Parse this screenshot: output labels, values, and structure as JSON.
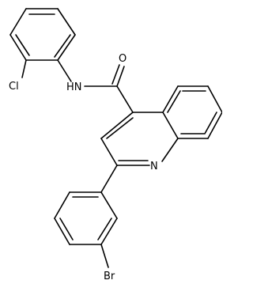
{
  "molecule": {
    "atom_labels": {
      "chlorine": "Cl",
      "amide_nh": "HN",
      "carbonyl_oxygen": "O",
      "ring_nitrogen": "N",
      "bromine": "Br"
    }
  }
}
